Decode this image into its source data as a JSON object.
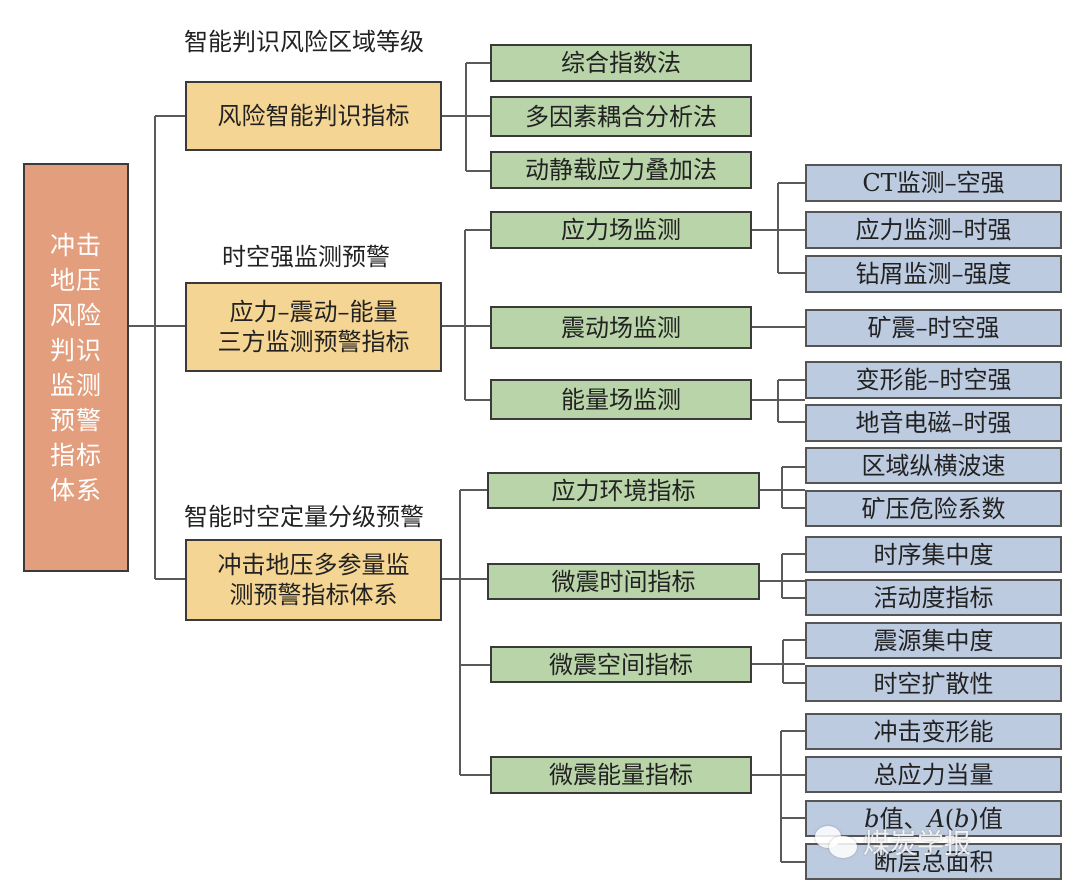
{
  "root": {
    "label": "冲击地压风险判识监测预警指标体系"
  },
  "sections": [
    {
      "caption": "智能判识风险区域等级",
      "label": "风险智能判识指标",
      "children": [
        {
          "label": "综合指数法",
          "children": []
        },
        {
          "label": "多因素耦合分析法",
          "children": []
        },
        {
          "label": "动静载应力叠加法",
          "children": []
        }
      ]
    },
    {
      "caption": "时空强监测预警",
      "label_line1": "应力–震动–能量",
      "label_line2": "三方监测预警指标",
      "children": [
        {
          "label": "应力场监测",
          "children": [
            "CT监测–空强",
            "应力监测–时强",
            "钻屑监测–强度"
          ]
        },
        {
          "label": "震动场监测",
          "children": [
            "矿震–时空强"
          ]
        },
        {
          "label": "能量场监测",
          "children": [
            "变形能–时空强",
            "地音电磁–时强"
          ]
        }
      ]
    },
    {
      "caption": "智能时空定量分级预警",
      "label_line1": "冲击地压多参量监",
      "label_line2": "测预警指标体系",
      "children": [
        {
          "label": "应力环境指标",
          "children": [
            "区域纵横波速",
            "矿压危险系数"
          ]
        },
        {
          "label": "微震时间指标",
          "children": [
            "时序集中度",
            "活动度指标"
          ]
        },
        {
          "label": "微震空间指标",
          "children": [
            "震源集中度",
            "时空扩散性"
          ]
        },
        {
          "label": "微震能量指标",
          "children": [
            "冲击变形能",
            "总应力当量",
            "b值、A(b)值",
            "断层总面积"
          ]
        }
      ]
    }
  ],
  "bvalue": {
    "b1": "b",
    "t1": "值、",
    "a": "A",
    "p1": "(",
    "b2": "b",
    "p2": ")",
    "t2": "值"
  },
  "watermark": {
    "text": "煤炭学报",
    "icon": "wechat-icon"
  },
  "colors": {
    "root": "#E39E7D",
    "level1": "#F5D593",
    "level2": "#B8D4A8",
    "level3": "#BDCBE0",
    "line": "#555555"
  }
}
